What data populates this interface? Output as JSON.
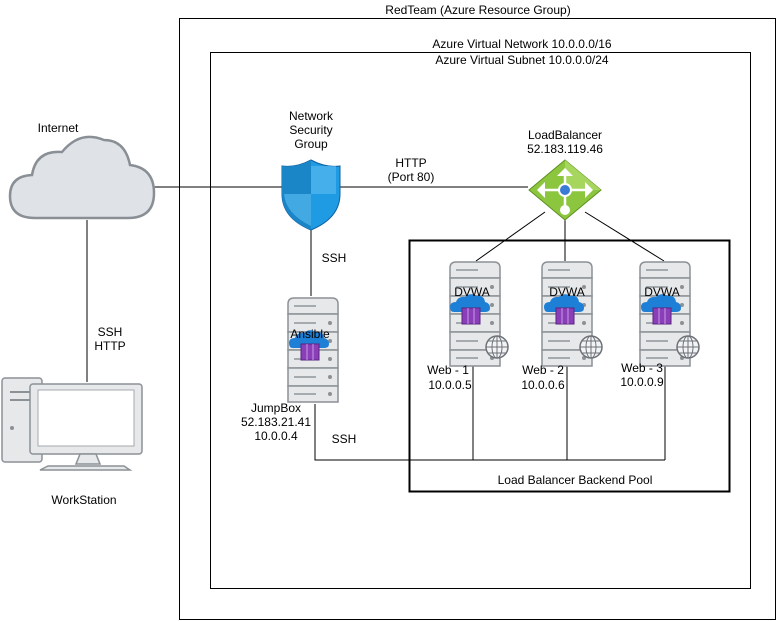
{
  "resource_group": {
    "label": "RedTeam (Azure Resource Group)"
  },
  "vnet": {
    "label_line1": "Azure Virtual Network 10.0.0.0/16",
    "label_line2": "Azure Virtual Subnet 10.0.0.0/24"
  },
  "internet": {
    "label": "Internet"
  },
  "workstation": {
    "label": "WorkStation"
  },
  "workstation_link": {
    "line1": "SSH",
    "line2": "HTTP"
  },
  "nsg": {
    "line1": "Network",
    "line2": "Security",
    "line3": "Group"
  },
  "http_link": {
    "line1": "HTTP",
    "line2": "(Port 80)"
  },
  "load_balancer": {
    "name": "LoadBalancer",
    "ip": "52.183.119.46"
  },
  "nsg_jumpbox_link": {
    "label": "SSH"
  },
  "jumpbox": {
    "app_label": "Ansible",
    "name": "JumpBox",
    "public_ip": "52.183.21.41",
    "private_ip": "10.0.0.4"
  },
  "jumpbox_web_link": {
    "label": "SSH"
  },
  "backend_pool": {
    "label": "Load Balancer Backend Pool"
  },
  "web_servers": [
    {
      "app_label": "DVWA",
      "name": "Web - 1",
      "ip": "10.0.0.5"
    },
    {
      "app_label": "DVWA",
      "name": "Web - 2",
      "ip": "10.0.0.6"
    },
    {
      "app_label": "DVWA",
      "name": "Web - 3",
      "ip": "10.0.0.9"
    }
  ],
  "colors": {
    "line": "#000000",
    "cloud_fill": "#dfe3e8",
    "cloud_stroke": "#8a8f96",
    "server_fill": "#e6e8ea",
    "server_stroke": "#8c9196",
    "shield_blue": "#1f9be3",
    "shield_dark": "#0f5fa0",
    "lb_green": "#8cc63f",
    "lb_dark": "#5e8f1f",
    "docker_blue": "#1e7fd6",
    "container_purple": "#8a3fb8"
  }
}
